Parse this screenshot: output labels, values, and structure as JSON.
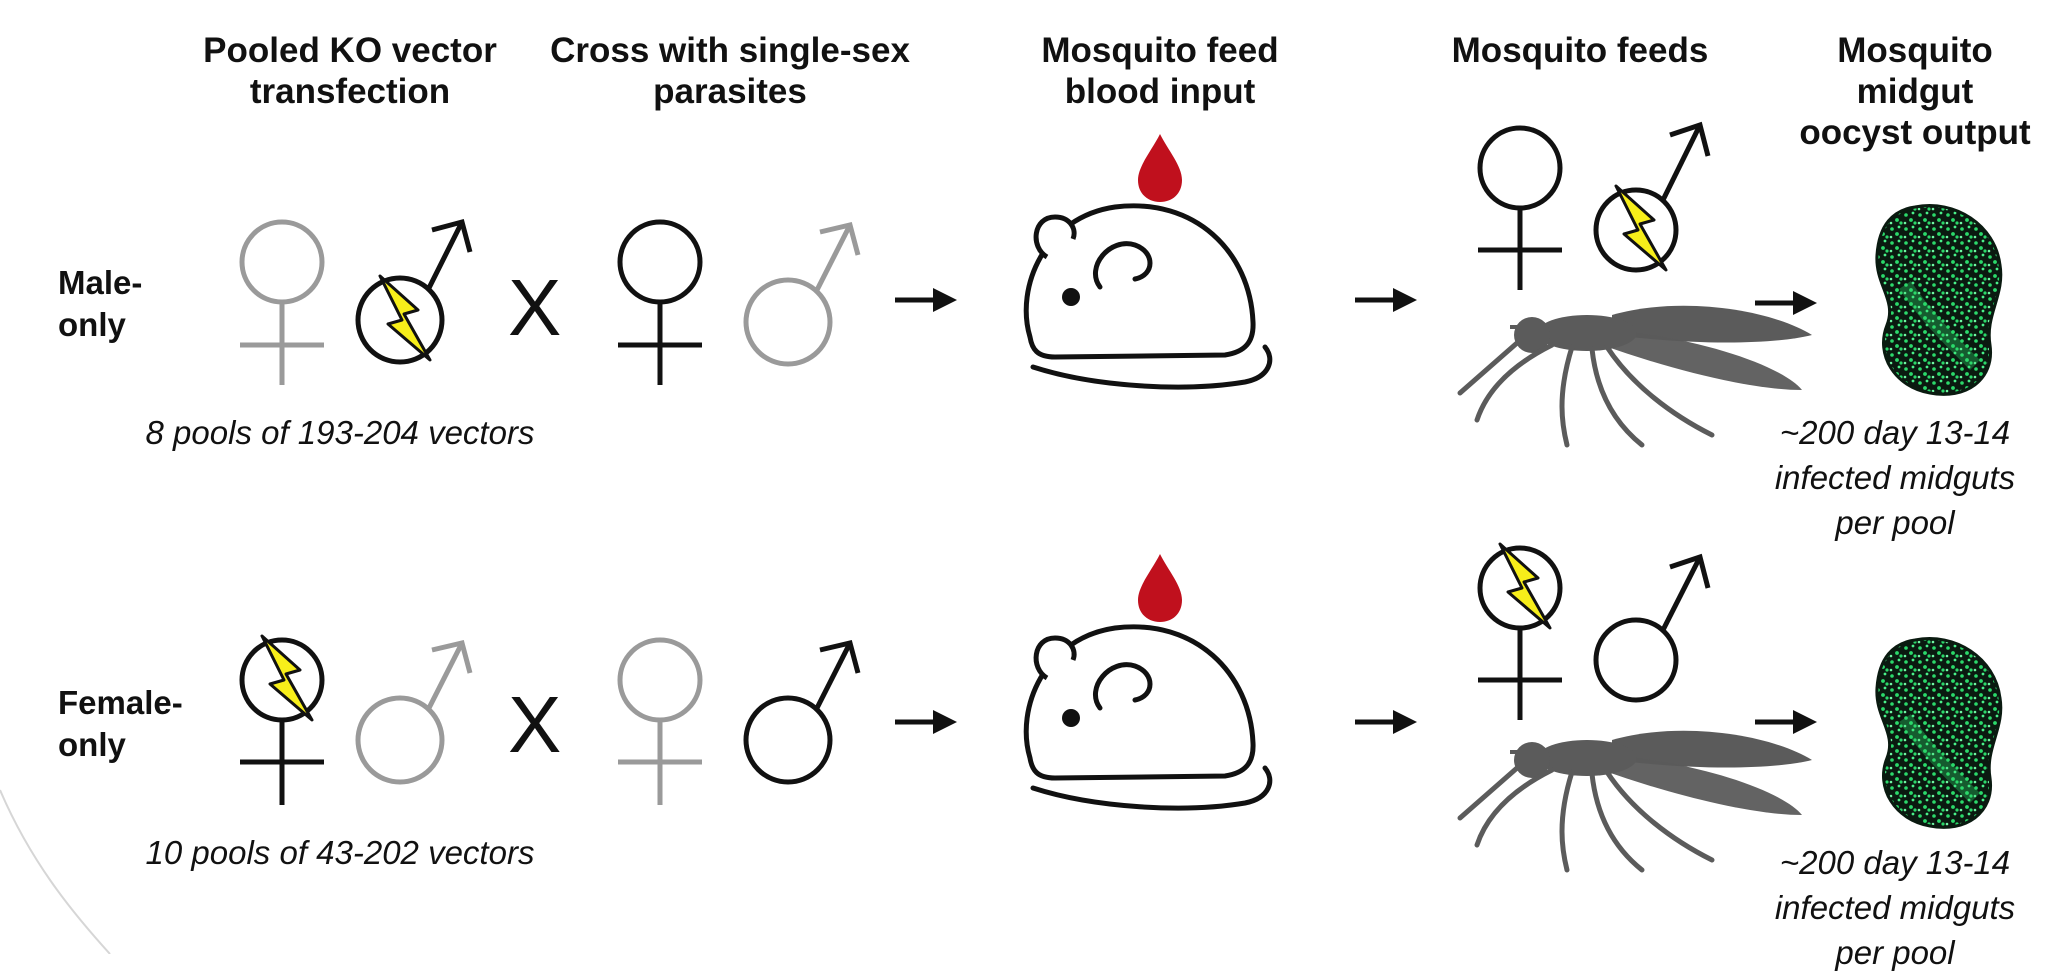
{
  "columns": [
    {
      "line1": "Pooled KO vector",
      "line2": "transfection"
    },
    {
      "line1": "Cross with single-sex",
      "line2": "parasites"
    },
    {
      "line1": "Mosquito feed",
      "line2": "blood input"
    },
    {
      "line1": "Mosquito feeds",
      "line2": ""
    },
    {
      "line1": "Mosquito",
      "line2": "midgut",
      "line3": "oocyst output"
    }
  ],
  "rows": [
    {
      "label_line1": "Male-",
      "label_line2": "only",
      "pools_note": "8 pools of 193-204 vectors",
      "output_line1": "~200 day 13-14",
      "output_line2": "infected midguts",
      "output_line3": "per pool"
    },
    {
      "label_line1": "Female-",
      "label_line2": "only",
      "pools_note": "10 pools of 43-202 vectors",
      "output_line1": "~200 day 13-14",
      "output_line2": "infected midguts",
      "output_line3": "per pool"
    }
  ],
  "cross_symbol": "X",
  "icons": {
    "female": "female-symbol-icon",
    "male": "male-symbol-icon",
    "knockout": "lightning-bolt-icon",
    "blood": "blood-drop-icon",
    "mouse": "mouse-icon",
    "mosquito": "mosquito-icon",
    "midgut": "midgut-icon",
    "arrow": "arrow-right-icon"
  },
  "colors": {
    "grey_symbol": "#9a9a9a",
    "black_symbol": "#111111",
    "bolt": "#f7ee1a",
    "blood": "#c0101d",
    "mosquito": "#5b5b5b",
    "oocyst": "#2bd96a"
  }
}
